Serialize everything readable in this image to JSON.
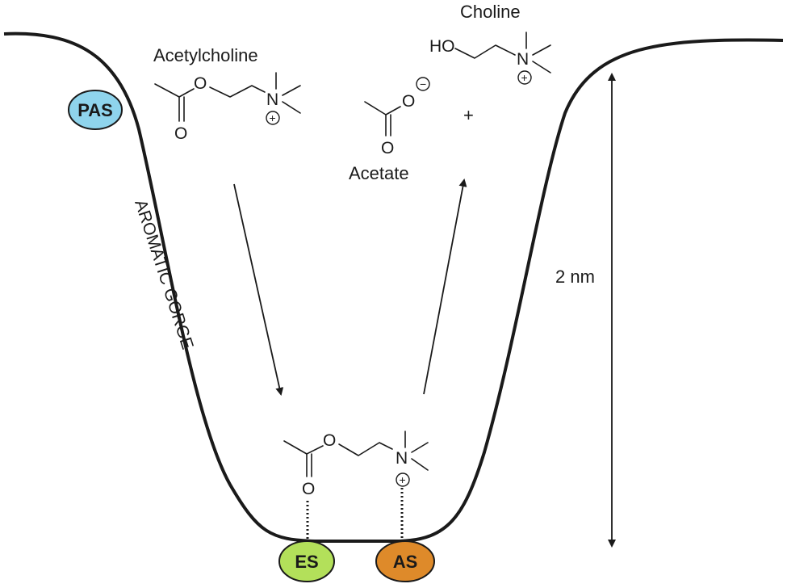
{
  "labels": {
    "acetylcholine": "Acetylcholine",
    "choline": "Choline",
    "acetate": "Acetate",
    "plus": "+",
    "gorge": "AROMATIC GORGE",
    "scale": "2 nm"
  },
  "sites": {
    "pas": {
      "label": "PAS",
      "color": "#8fd4ec"
    },
    "es": {
      "label": "ES",
      "color": "#b3e05a"
    },
    "as": {
      "label": "AS",
      "color": "#de8a2a"
    }
  },
  "atoms": {
    "oxygen": "O",
    "nitrogen": "N",
    "hydroxyl": "HO",
    "positive": "+",
    "negative": "−"
  },
  "colors": {
    "line": "#1a1a1a",
    "background": "#ffffff"
  }
}
